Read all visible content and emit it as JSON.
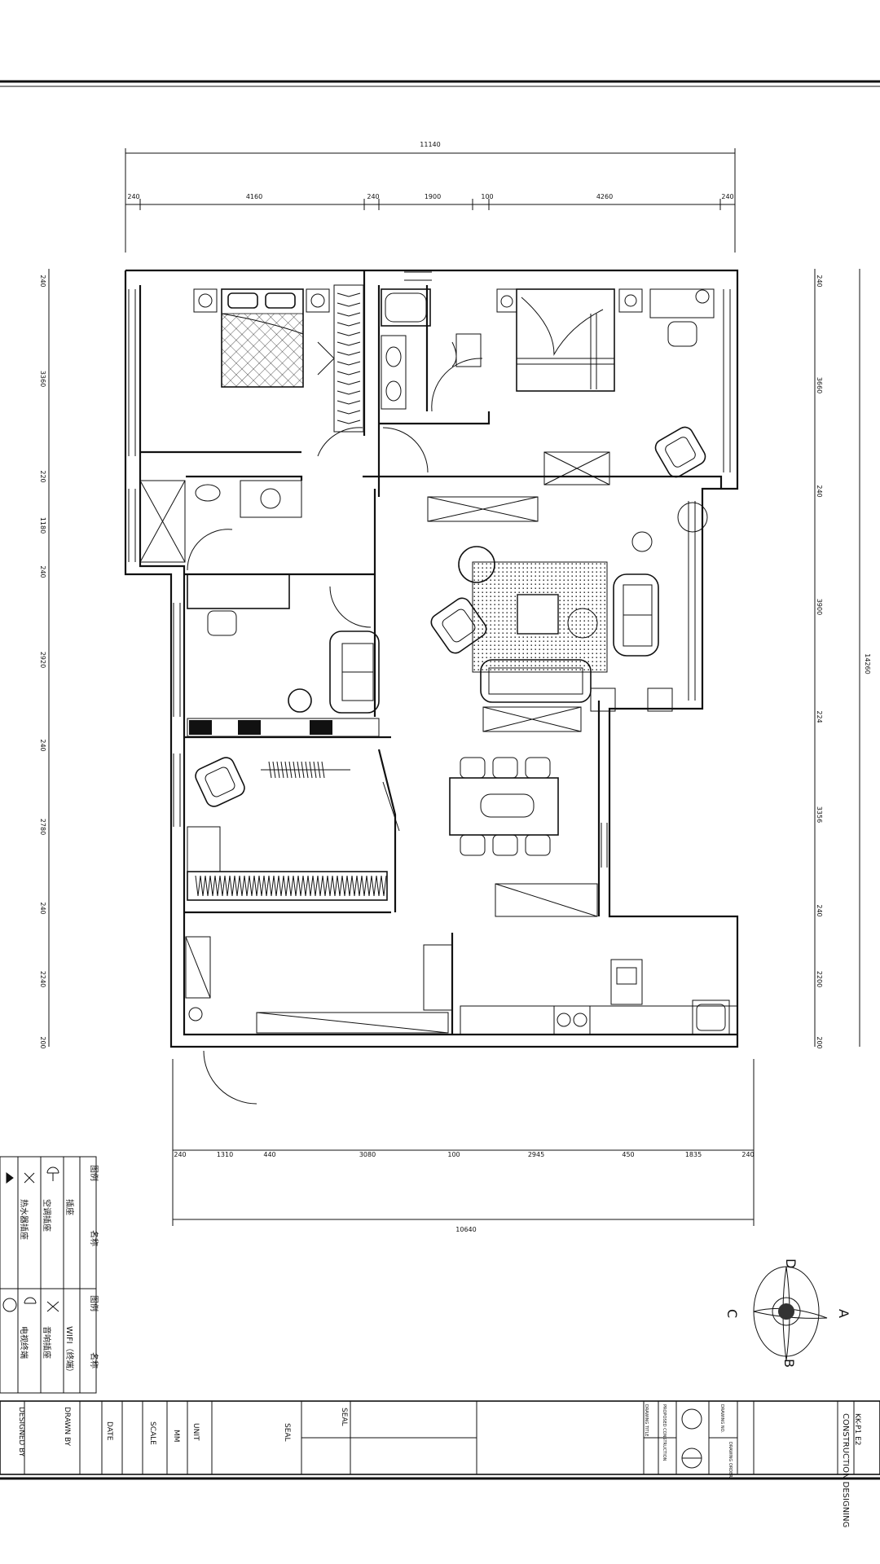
{
  "dimensions": {
    "top_total": "11140",
    "top": [
      "240",
      "4160",
      "240",
      "1900",
      "100",
      "4260",
      "240"
    ],
    "left": [
      "240",
      "3360",
      "220",
      "1180",
      "240",
      "2920",
      "240",
      "2780",
      "240",
      "2240",
      "200"
    ],
    "right": [
      "240",
      "3660",
      "240",
      "3900",
      "224",
      "3356",
      "240",
      "2200",
      "200"
    ],
    "right_total": "14260",
    "bottom": [
      "240",
      "1310",
      "440",
      "3080",
      "100",
      "2945",
      "450",
      "1835",
      "240"
    ],
    "bottom_total": "10640"
  },
  "compass": {
    "labels": [
      "D",
      "A",
      "C",
      "B"
    ]
  },
  "legend": {
    "header_symbol": "图例",
    "header_name": "名称",
    "items": [
      {
        "symbol": "socket-icon",
        "name": "插座"
      },
      {
        "symbol": "ac-socket-icon",
        "name": "空调插座"
      },
      {
        "symbol": "water-heater-socket-icon",
        "name": "热水器插座"
      },
      {
        "symbol": "wifi-icon",
        "name": "WIFI（终端）"
      },
      {
        "symbol": "speaker-socket-icon",
        "name": "音响插座"
      },
      {
        "symbol": "tv-terminal-icon",
        "name": "电视终端"
      }
    ]
  },
  "title_block": {
    "designed_by": "DESIGNED BY",
    "drawn_by": "DRAWN BY",
    "date": "DATE",
    "scale": "SCALE",
    "mm": "MM",
    "unit": "UNIT",
    "seal": "SEAL",
    "seal2": "SEAL",
    "drawing_title": "DRAWING TITLE",
    "proposed": "PROPOSED CONSTRUCTION",
    "drawing_no": "DRAWING NO.",
    "drawing_order": "DRAWING ORDER",
    "construction": "CONSTRUCTION DESIGNING",
    "project_code": "KK-P1 E2"
  }
}
